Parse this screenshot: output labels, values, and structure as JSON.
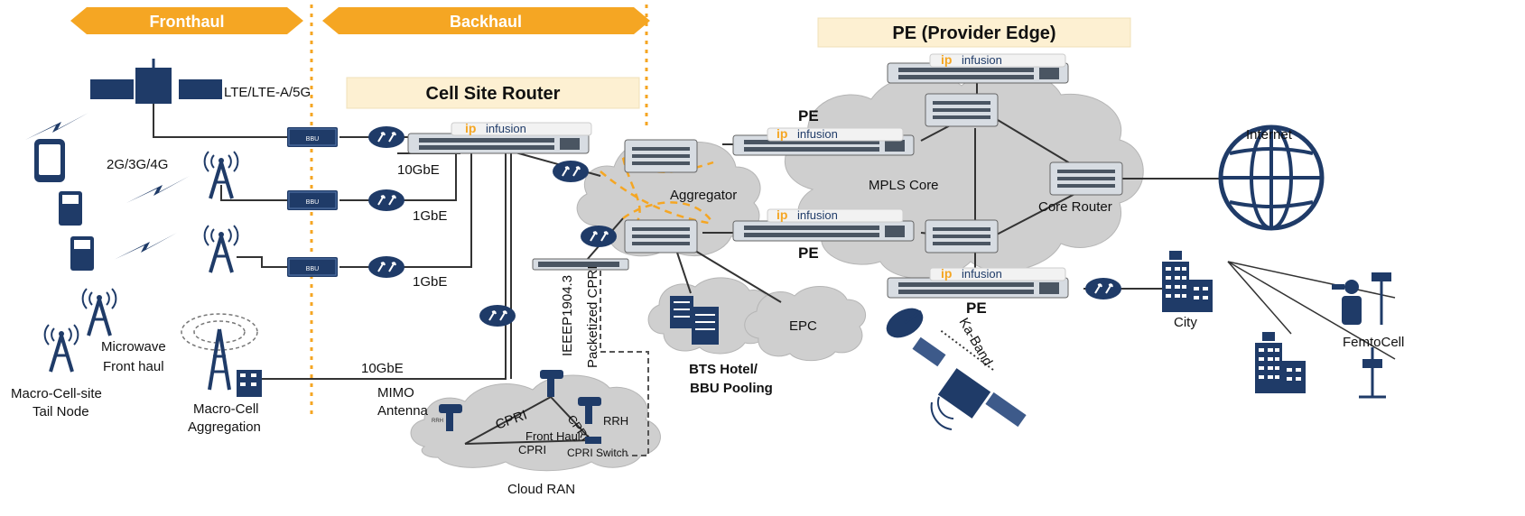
{
  "headers": {
    "fronthaul": "Fronthaul",
    "backhaul": "Backhaul"
  },
  "boxes": {
    "cell_site_router": "Cell Site Router",
    "pe_provider_edge": "PE (Provider Edge)"
  },
  "brand": {
    "ip": "ip",
    "infusion": "infusion"
  },
  "labels": {
    "lte": "LTE/LTE-A/5G",
    "gen234": "2G/3G/4G",
    "bbu": "BBU",
    "gbe10_top": "10GbE",
    "gbe1_a": "1GbE",
    "gbe1_b": "1GbE",
    "gbe10_bottom": "10GbE",
    "microwave_line1": "Microwave",
    "microwave_line2": "Front haul",
    "macro_site_line1": "Macro-Cell-site",
    "macro_site_line2": "Tail Node",
    "macro_agg_line1": "Macro-Cell",
    "macro_agg_line2": "Aggregation",
    "mimo_line1": "MIMO",
    "mimo_line2": "Antenna",
    "cpri_left": "CPRI",
    "cpri_right": "CPRI",
    "front_haul": "Front Haul",
    "cpri_bottom": "CPRI",
    "rrh": "RRH",
    "rrh_small": "RRH",
    "cpri_switch": "CPRI Switch",
    "cloud_ran": "Cloud RAN",
    "ieee": "IEEEP1904.3",
    "packetized_cpri": "Packetized CPRI",
    "aggregator": "Aggregator",
    "bts_line1": "BTS Hotel/",
    "bts_line2": "BBU Pooling",
    "epc": "EPC",
    "pe_top": "PE",
    "pe_mid": "PE",
    "pe_right": "PE",
    "mpls_core": "MPLS Core",
    "core_router": "Core Router",
    "internet": "Internet",
    "ka_band": "Ka-Band",
    "city": "City",
    "femtocell": "FemtoCell"
  },
  "colors": {
    "accent_orange": "#f5a623",
    "navy": "#1f3b68",
    "box_fill": "#fdf0d2",
    "cloud_grey": "#cfcfcf"
  }
}
